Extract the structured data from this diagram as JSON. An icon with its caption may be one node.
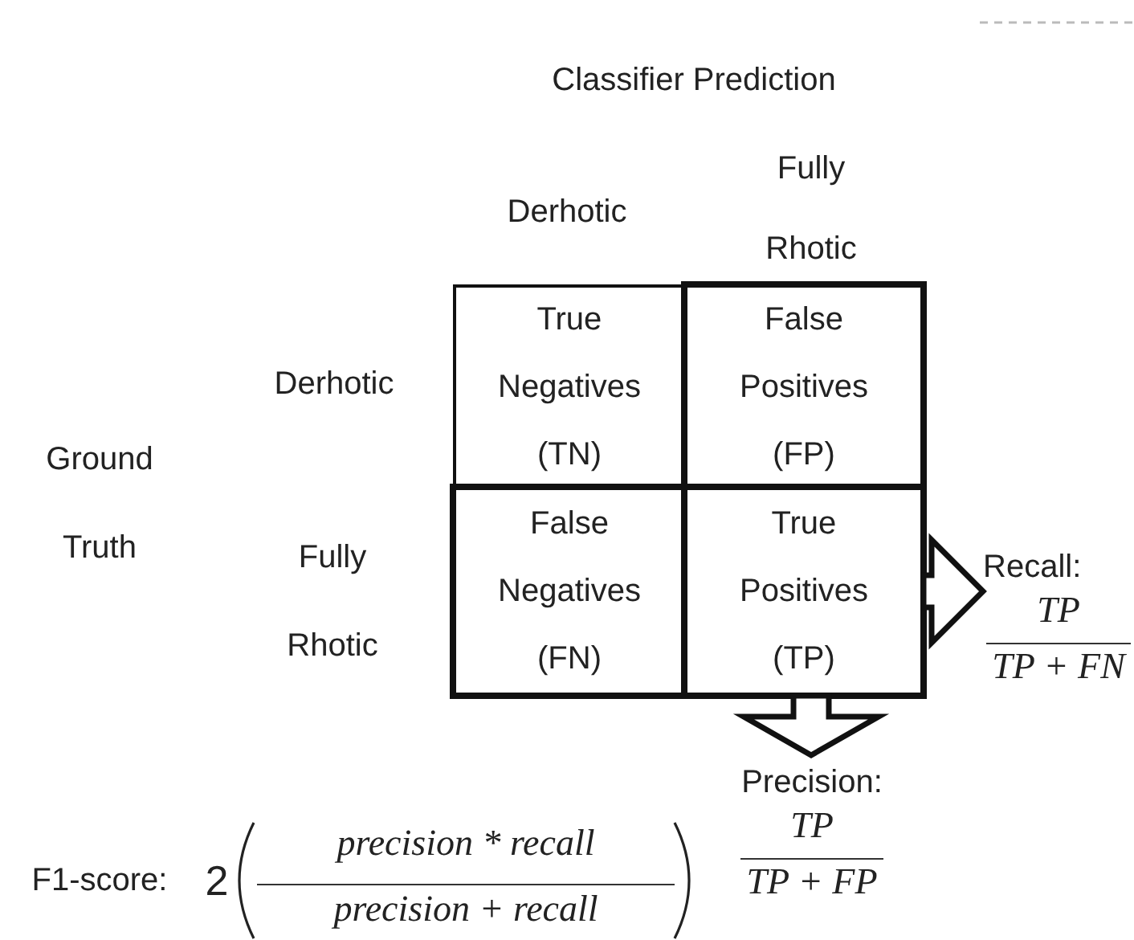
{
  "diagram": {
    "nodes": [
      {
        "text": [
          "True Negatives (TN)"
        ]
      },
      {
        "text": [
          "False Positives (FP)"
        ]
      },
      {
        "text": [
          "False Negatives (FN)"
        ]
      },
      {
        "text": [
          "True Positives (TP)"
        ]
      },
      {
        "text": [
          "Recall:",
          "TP",
          "TP + FN"
        ]
      },
      {
        "text": [
          "Precision:",
          "TP",
          "TP + FP"
        ]
      }
    ],
    "edges": [
      {
        "from": 3,
        "to": 4,
        "arrow": "to"
      },
      {
        "from": 3,
        "to": 5,
        "arrow": "to"
      }
    ],
    "labels": [
      "Classifier Prediction",
      "Fully Rhotic",
      "Derhotic",
      "Derhotic",
      "Ground Truth",
      "Fully Rhotic",
      "F1-score:",
      "2",
      "precision * recall",
      "precision + recall"
    ]
  }
}
